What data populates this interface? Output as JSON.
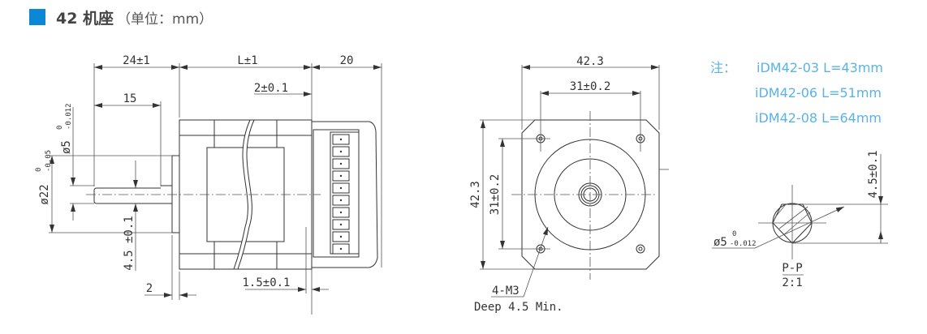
{
  "header": {
    "title": "42 机座",
    "unit": "（单位：mm）",
    "accent_color": "#0a88d6"
  },
  "side_view": {
    "dim_shaft_length": "24±1",
    "dim_body_length": "L±1",
    "dim_driver_length": "20",
    "dim_flange_gap": "2±0.1",
    "dim_flat_length": "15",
    "dim_shaft_dia": "ø5",
    "dim_shaft_dia_tol_upper": "0",
    "dim_shaft_dia_tol_lower": "-0.012",
    "dim_boss_dia": "ø22",
    "dim_boss_dia_tol_upper": "0",
    "dim_boss_dia_tol_lower": "-0.05",
    "dim_flat_depth": "4.5 ±0.1",
    "dim_boss_height": "2",
    "dim_rear_gap": "1.5±0.1"
  },
  "front_view": {
    "dim_width": "42.3",
    "dim_hole_spacing_h": "31±0.2",
    "dim_height": "42.3",
    "dim_hole_spacing_v": "31±0.2",
    "hole_label": "4-M3",
    "hole_depth": "Deep 4.5 Min."
  },
  "section_view": {
    "dim_flat": "4.5±0.1",
    "dim_dia": "ø5",
    "dim_dia_tol_upper": "0",
    "dim_dia_tol_lower": "-0.012",
    "label": "P-P",
    "scale": "2:1"
  },
  "notes": {
    "prefix": "注：",
    "items": [
      "iDM42-03 L=43mm",
      "iDM42-06 L=51mm",
      "iDM42-08 L=64mm"
    ],
    "color": "#5ab3e6"
  }
}
